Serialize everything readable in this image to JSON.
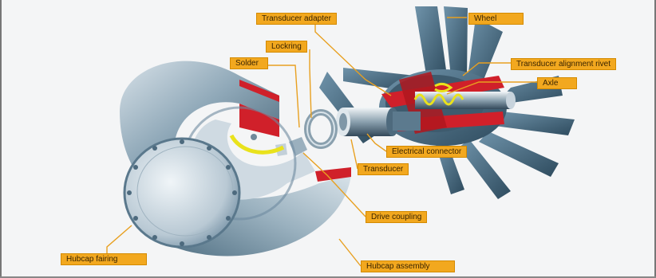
{
  "diagram": {
    "colors": {
      "label_fill": "#f2a81f",
      "leader_line": "#e8a020",
      "metal_blue": "#5d7f96",
      "metal_light": "#c9d6df",
      "metal_dark": "#2f4a5c",
      "cutaway_red": "#d0202a",
      "highlight_yellow": "#e9e21c"
    },
    "labels": {
      "transducer_adapter": "Transducer adapter",
      "wheel": "Wheel",
      "lockring": "Lockring",
      "solder": "Solder",
      "transducer_alignment_rivet": "Transducer alignment rivet",
      "axle": "Axle",
      "electrical_connector": "Electrical connector",
      "transducer": "Transducer",
      "drive_coupling": "Drive coupling",
      "hubcap_fairing": "Hubcap fairing",
      "hubcap_assembly": "Hubcap assembly"
    }
  }
}
